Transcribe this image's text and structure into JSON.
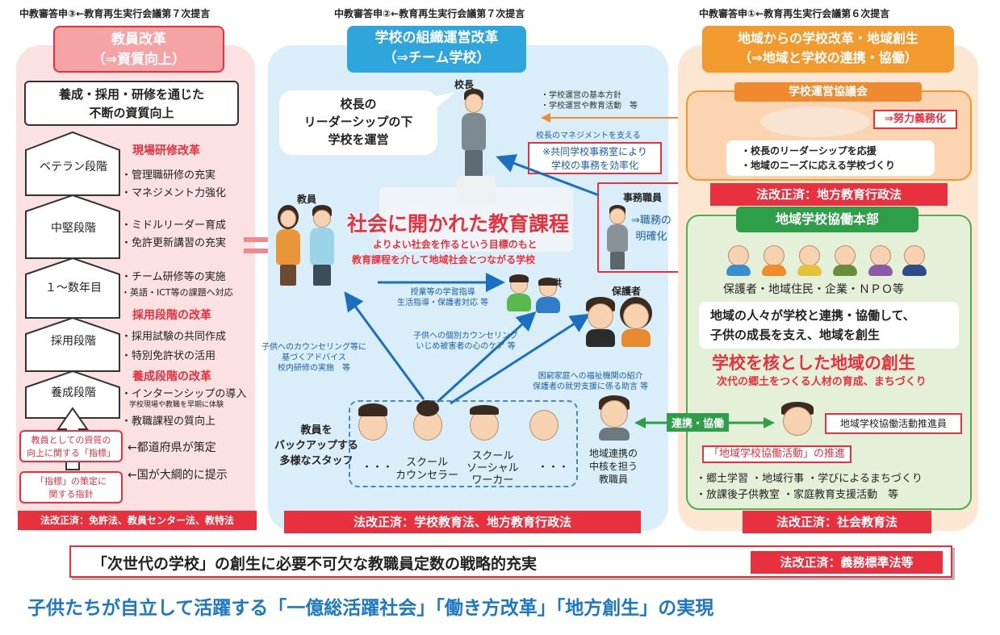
{
  "headers": {
    "left": "中教審答申③←教育再生実行会議第７次提言",
    "center": "中教審答申②←教育再生実行会議第７次提言",
    "right": "中教審答申①←教育再生実行会議第６次提言"
  },
  "left": {
    "title": "教員改革",
    "subtitle": "（⇒資質向上）",
    "box_line1": "養成・採用・研修を通じた",
    "box_line2": "不断の資質向上",
    "stages": [
      "ベテラン段階",
      "中堅段階",
      "１～数年目",
      "採用段階",
      "養成段階"
    ],
    "h_genba": "現場研修改革",
    "b1": "・管理職研修の充実",
    "b2": "・マネジメント力強化",
    "b3": "・ミドルリーダー育成",
    "b4": "・免許更新講習の充実",
    "b5": "・チーム研修等の実施",
    "b6": "・英語・ICT等の課題へ対応",
    "h_saiyo": "採用段階の改革",
    "b7": "・採用試験の共同作成",
    "b8": "・特別免許状の活用",
    "h_yosei": "養成段階の改革",
    "b9": "・インターンシップの導入",
    "b9s": "学校現場や教職を早期に体験",
    "b10": "・教職課程の質向上",
    "shishitsu1": "教員としての資質の",
    "shishitsu2": "向上に関する「指標」",
    "pref": "←都道府県が策定",
    "shishin1": "「指標」の策定に",
    "shishin2": "関する指針",
    "nation": "←国が大綱的に提示",
    "law": "法改正済：免許法、教員センター法、教特法"
  },
  "center": {
    "title": "学校の組織運営改革",
    "subtitle": "（⇒チーム学校）",
    "principal_label": "校長",
    "bubble1": "校長の",
    "bubble2": "リーダーシップの下",
    "bubble3": "学校を運営",
    "policy1": "・学校運営の基本方針",
    "policy2": "・学校運営や教育活動　等",
    "support": "校長のマネジメントを支える",
    "joint1": "※共同学校事務室により",
    "joint2": "学校の事務を効率化",
    "staff_label": "事務職員",
    "clarify1": "⇒職務の",
    "clarify2": "明確化",
    "teacher_label": "教員",
    "curriculum": "社会に開かれた教育課程",
    "cur_sub1": "よりよい社会を作るという目標のもと",
    "cur_sub2": "教育課程を介して地域社会とつながる学校",
    "lesson1": "授業等の学習指導",
    "lesson2": "生活指導・保護者対応 等",
    "child_label": "子供",
    "parent_label": "保護者",
    "counsel1": "子供へのカウンセリング等に",
    "counsel2": "基づくアドバイス",
    "counsel3": "校内研修の実施　等",
    "indiv1": "子供への個別カウンセリング",
    "indiv2": "いじめ被害者の心のケア 等",
    "welfare1": "困窮家庭への福祉機関の紹介",
    "welfare2": "保護者の就労支援に係る助言 等",
    "backup1": "教員を",
    "backup2": "バックアップする",
    "backup3": "多様なスタッフ",
    "dots": "・・・",
    "sc1": "スクール",
    "sc2": "カウンセラー",
    "ssw1": "スクール",
    "ssw2": "ソーシャル",
    "ssw3": "ワーカー",
    "liaison1": "地域連携の",
    "liaison2": "中核を担う",
    "liaison3": "教職員",
    "law": "法改正済：学校教育法、地方教育行政法"
  },
  "right": {
    "title": "地域からの学校改革・地域創生",
    "subtitle": "（⇒地域と学校の連携・協働）",
    "council": "学校運営協議会",
    "effort": "⇒努力義務化",
    "c1": "・校長のリーダーシップを応援",
    "c2": "・地域のニーズに応える学校づくり",
    "law1": "法改正済：地方教育行政法",
    "honbu": "地域学校協働本部",
    "members": "保護者・地域住民・企業・ＮＰＯ等",
    "msg1": "地域の人々が学校と連携・協働して、",
    "msg2": "子供の成長を支え、地域を創生",
    "core": "学校を核とした地域の創生",
    "core_sub": "次代の郷土をつくる人材の育成、まちづくり",
    "renkei": "連携・協働",
    "promoter": "地域学校協働活動推進員",
    "katsudo": "「地域学校協働活動」の推進",
    "a1": "・郷土学習 ・地域行事 ・学びによるまちづくり",
    "a2": "・放課後子供教室 ・家庭教育支援活動　等",
    "law2": "法改正済：社会教育法"
  },
  "bottom": {
    "main": "「次世代の学校」の創生に必要不可欠な教職員定数の戦略的充実",
    "law": "法改正済：義務標準法等",
    "slogan": "子供たちが自立して活躍する「一億総活躍社会」「働き方改革」「地方創生」の実現"
  },
  "colors": {
    "red": "#e8303e",
    "blue_title": "#2ea6dd",
    "orange_title": "#f29a2e",
    "green_title": "#2e9e48",
    "left_bg": "#fbe1e1",
    "center_bg": "#d9eef8",
    "right_bg": "#fde6d2",
    "green_bg": "#e4f1d8"
  }
}
